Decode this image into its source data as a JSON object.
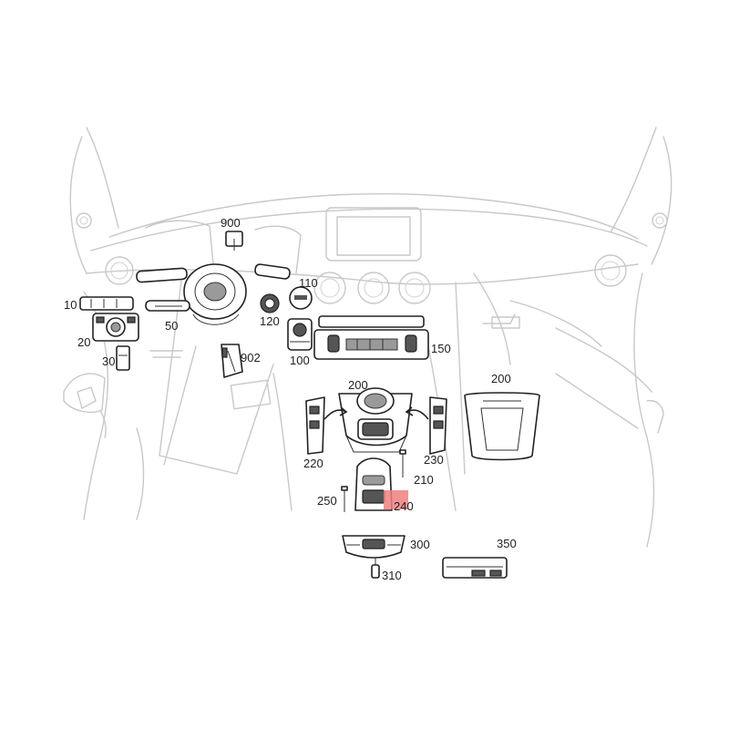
{
  "diagram": {
    "type": "exploded-parts-diagram",
    "highlight_color": "#f08080",
    "callouts": [
      {
        "id": "900",
        "text": "900"
      },
      {
        "id": "110",
        "text": "110"
      },
      {
        "id": "10",
        "text": "10"
      },
      {
        "id": "50",
        "text": "50"
      },
      {
        "id": "120",
        "text": "120"
      },
      {
        "id": "20",
        "text": "20"
      },
      {
        "id": "100",
        "text": "100"
      },
      {
        "id": "150",
        "text": "150"
      },
      {
        "id": "30",
        "text": "30"
      },
      {
        "id": "902",
        "text": "902"
      },
      {
        "id": "200a",
        "text": "200"
      },
      {
        "id": "200b",
        "text": "200"
      },
      {
        "id": "220",
        "text": "220"
      },
      {
        "id": "230",
        "text": "230"
      },
      {
        "id": "210",
        "text": "210"
      },
      {
        "id": "250",
        "text": "250"
      },
      {
        "id": "240",
        "text": "240"
      },
      {
        "id": "300",
        "text": "300"
      },
      {
        "id": "350",
        "text": "350"
      },
      {
        "id": "310",
        "text": "310"
      }
    ]
  }
}
